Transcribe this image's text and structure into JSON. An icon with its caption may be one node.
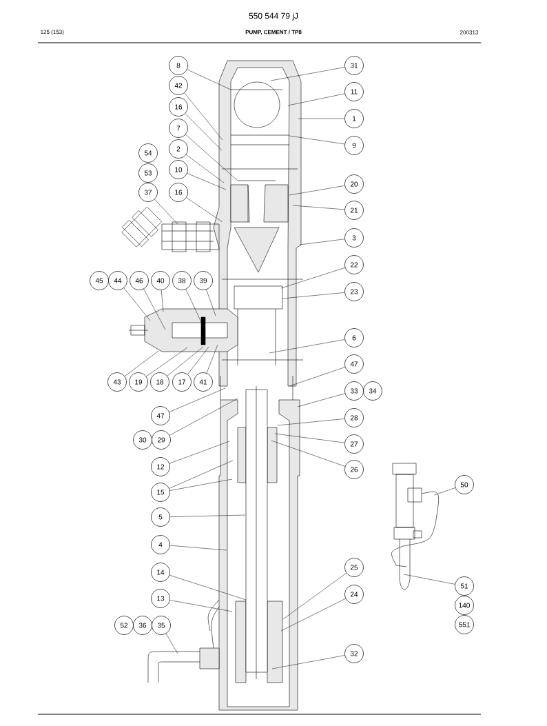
{
  "diagram": {
    "title": "PUMP, CEMENT / TP8",
    "nodes": [
      {
        "text": [
          "8"
        ]
      },
      {
        "text": [
          "42"
        ]
      },
      {
        "text": [
          "16"
        ]
      },
      {
        "text": [
          "7"
        ]
      },
      {
        "text": [
          "54"
        ]
      },
      {
        "text": [
          "2"
        ]
      },
      {
        "text": [
          "53"
        ]
      },
      {
        "text": [
          "10"
        ]
      },
      {
        "text": [
          "37"
        ]
      },
      {
        "text": [
          "16"
        ]
      },
      {
        "text": [
          "31"
        ]
      },
      {
        "text": [
          "11"
        ]
      },
      {
        "text": [
          "1"
        ]
      },
      {
        "text": [
          "9"
        ]
      },
      {
        "text": [
          "20"
        ]
      },
      {
        "text": [
          "21"
        ]
      },
      {
        "text": [
          "3"
        ]
      },
      {
        "text": [
          "45"
        ]
      },
      {
        "text": [
          "44"
        ]
      },
      {
        "text": [
          "46"
        ]
      },
      {
        "text": [
          "40"
        ]
      },
      {
        "text": [
          "38"
        ]
      },
      {
        "text": [
          "39"
        ]
      },
      {
        "text": [
          "22"
        ]
      },
      {
        "text": [
          "23"
        ]
      },
      {
        "text": [
          "6"
        ]
      },
      {
        "text": [
          "43"
        ]
      },
      {
        "text": [
          "19"
        ]
      },
      {
        "text": [
          "18"
        ]
      },
      {
        "text": [
          "17"
        ]
      },
      {
        "text": [
          "41"
        ]
      },
      {
        "text": [
          "47"
        ]
      },
      {
        "text": [
          "33"
        ]
      },
      {
        "text": [
          "34"
        ]
      },
      {
        "text": [
          "47"
        ]
      },
      {
        "text": [
          "30"
        ]
      },
      {
        "text": [
          "29"
        ]
      },
      {
        "text": [
          "28"
        ]
      },
      {
        "text": [
          "27"
        ]
      },
      {
        "text": [
          "26"
        ]
      },
      {
        "text": [
          "12"
        ]
      },
      {
        "text": [
          "15"
        ]
      },
      {
        "text": [
          "5"
        ]
      },
      {
        "text": [
          "4"
        ]
      },
      {
        "text": [
          "14"
        ]
      },
      {
        "text": [
          "13"
        ]
      },
      {
        "text": [
          "52"
        ]
      },
      {
        "text": [
          "36"
        ]
      },
      {
        "text": [
          "35"
        ]
      },
      {
        "text": [
          "25"
        ]
      },
      {
        "text": [
          "24"
        ]
      },
      {
        "text": [
          "32"
        ]
      },
      {
        "text": [
          "50"
        ]
      },
      {
        "text": [
          "51"
        ]
      },
      {
        "text": [
          "140"
        ]
      },
      {
        "text": [
          "551"
        ]
      }
    ],
    "edges": [
      {
        "from": 0,
        "to": null,
        "arrow": "none"
      },
      {
        "from": 1,
        "to": null,
        "arrow": "none"
      },
      {
        "from": 2,
        "to": null,
        "arrow": "none"
      },
      {
        "from": 3,
        "to": null,
        "arrow": "none"
      },
      {
        "from": 5,
        "to": null,
        "arrow": "none"
      },
      {
        "from": 7,
        "to": null,
        "arrow": "none"
      },
      {
        "from": 8,
        "to": null,
        "arrow": "none"
      },
      {
        "from": 9,
        "to": null,
        "arrow": "none"
      },
      {
        "from": 10,
        "to": null,
        "arrow": "none"
      },
      {
        "from": 11,
        "to": null,
        "arrow": "none"
      },
      {
        "from": 12,
        "to": null,
        "arrow": "none"
      },
      {
        "from": 13,
        "to": null,
        "arrow": "none"
      },
      {
        "from": 14,
        "to": null,
        "arrow": "none"
      },
      {
        "from": 15,
        "to": null,
        "arrow": "none"
      },
      {
        "from": 16,
        "to": null,
        "arrow": "none"
      },
      {
        "from": 18,
        "to": null,
        "arrow": "none"
      },
      {
        "from": 19,
        "to": null,
        "arrow": "none"
      },
      {
        "from": 20,
        "to": null,
        "arrow": "none"
      },
      {
        "from": 21,
        "to": null,
        "arrow": "none"
      },
      {
        "from": 22,
        "to": null,
        "arrow": "none"
      },
      {
        "from": 23,
        "to": null,
        "arrow": "none"
      },
      {
        "from": 24,
        "to": null,
        "arrow": "none"
      },
      {
        "from": 25,
        "to": null,
        "arrow": "none"
      },
      {
        "from": 26,
        "to": null,
        "arrow": "none"
      },
      {
        "from": 27,
        "to": null,
        "arrow": "none"
      },
      {
        "from": 28,
        "to": null,
        "arrow": "none"
      },
      {
        "from": 29,
        "to": null,
        "arrow": "none"
      },
      {
        "from": 30,
        "to": null,
        "arrow": "none"
      },
      {
        "from": 31,
        "to": null,
        "arrow": "none"
      },
      {
        "from": 32,
        "to": null,
        "arrow": "none"
      },
      {
        "from": 34,
        "to": null,
        "arrow": "none"
      },
      {
        "from": 36,
        "to": null,
        "arrow": "none"
      },
      {
        "from": 37,
        "to": null,
        "arrow": "none"
      },
      {
        "from": 38,
        "to": null,
        "arrow": "none"
      },
      {
        "from": 39,
        "to": null,
        "arrow": "none"
      },
      {
        "from": 40,
        "to": null,
        "arrow": "none"
      },
      {
        "from": 41,
        "to": null,
        "arrow": "none"
      },
      {
        "from": 41,
        "to": null,
        "arrow": "none"
      },
      {
        "from": 42,
        "to": null,
        "arrow": "none"
      },
      {
        "from": 43,
        "to": null,
        "arrow": "none"
      },
      {
        "from": 44,
        "to": null,
        "arrow": "none"
      },
      {
        "from": 45,
        "to": null,
        "arrow": "none"
      },
      {
        "from": 48,
        "to": null,
        "arrow": "none"
      },
      {
        "from": 49,
        "to": null,
        "arrow": "none"
      },
      {
        "from": 50,
        "to": null,
        "arrow": "none"
      },
      {
        "from": 51,
        "to": null,
        "arrow": "none"
      },
      {
        "from": 52,
        "to": null,
        "arrow": "none"
      },
      {
        "from": 53,
        "to": null,
        "arrow": "none"
      }
    ],
    "labels": [
      "550 544 79 jJ",
      "125 (153)",
      "200313"
    ]
  }
}
